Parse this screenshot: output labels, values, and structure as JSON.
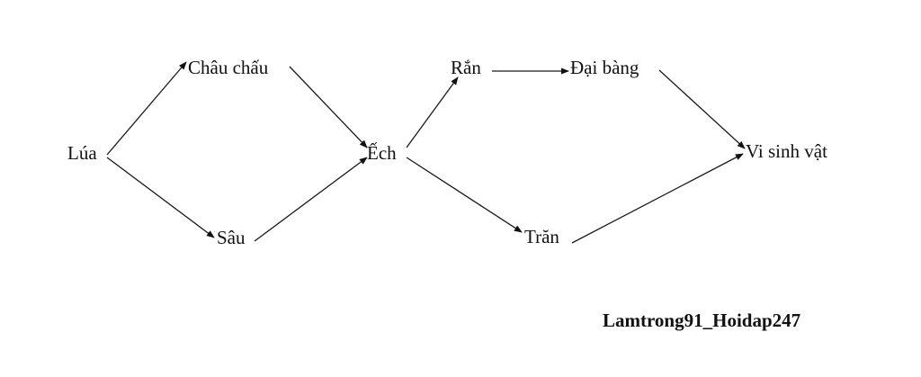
{
  "nodes": {
    "lua": "Lúa",
    "chau_chau": "Châu chấu",
    "sau": "Sâu",
    "ech": "Ếch",
    "ran": "Rắn",
    "dai_bang": "Đại bàng",
    "tran": "Trăn",
    "vi_sinh_vat": "Vi sinh vật"
  },
  "edges": [
    {
      "from": "lua",
      "to": "chau_chau"
    },
    {
      "from": "lua",
      "to": "sau"
    },
    {
      "from": "chau_chau",
      "to": "ech"
    },
    {
      "from": "sau",
      "to": "ech"
    },
    {
      "from": "ech",
      "to": "ran"
    },
    {
      "from": "ech",
      "to": "tran"
    },
    {
      "from": "ran",
      "to": "dai_bang"
    },
    {
      "from": "dai_bang",
      "to": "vi_sinh_vat"
    },
    {
      "from": "tran",
      "to": "vi_sinh_vat"
    }
  ],
  "credit": "Lamtrong91_Hoidap247"
}
